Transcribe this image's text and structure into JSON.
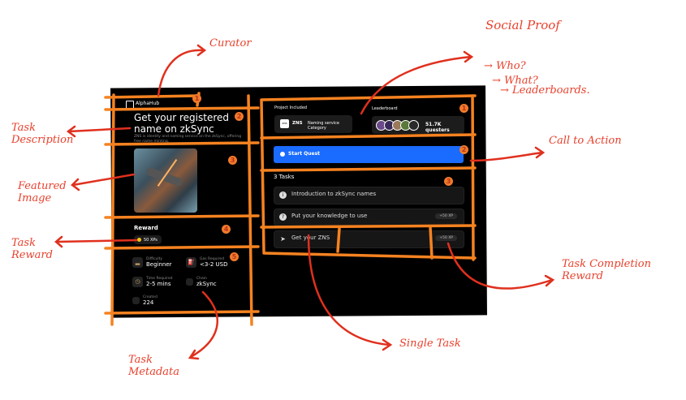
{
  "quest": {
    "curator": "AlphaHub",
    "title": "Get your registered name on zkSync",
    "description": "ZNS is identity and naming service on the zkSync, offering free name minting.",
    "reward_label": "Reward",
    "reward_value": "50 XPs",
    "metadata": [
      {
        "label": "Difficulty",
        "value": "Beginner",
        "icon": "chart-icon"
      },
      {
        "label": "Gas Required",
        "value": "<3-2 USD",
        "icon": "gas-icon"
      },
      {
        "label": "Time Required",
        "value": "2-5 mins",
        "icon": "clock-icon"
      },
      {
        "label": "Chain",
        "value": "zkSync",
        "icon": "chain-icon"
      },
      {
        "label": "Created",
        "value": "224",
        "icon": "calendar-icon"
      }
    ]
  },
  "project": {
    "label": "Project Included",
    "name": "ZNS",
    "category": "Naming service Category",
    "logo": "ZNS"
  },
  "leaderboard": {
    "label": "Leaderboard",
    "count": "51.7K questers"
  },
  "cta": {
    "label": "Start Quest",
    "color": "#1a6bff"
  },
  "tasks": {
    "heading": "3 Tasks",
    "items": [
      {
        "label": "Introduction to zkSync names",
        "xp": ""
      },
      {
        "label": "Put your knowledge to use",
        "xp": "+50 XP"
      },
      {
        "label": "Get your ZNS",
        "xp": "+50 XP"
      }
    ]
  },
  "annotations": {
    "curator": "Curator",
    "task_description": "Task Description",
    "featured_image": "Featured Image",
    "task_reward": "Task Reward",
    "task_metadata": "Task Metadata",
    "social_proof": "Social Proof",
    "social_who": "→ Who?",
    "social_what": "→ What?",
    "social_leaderboards": "→ Leaderboards.",
    "call_to_action": "Call to Action",
    "task_completion_reward": "Task Completion Reward",
    "single_task": "Single Task",
    "numbers": [
      "1",
      "2",
      "3",
      "4",
      "5",
      "1",
      "2",
      "3"
    ]
  }
}
